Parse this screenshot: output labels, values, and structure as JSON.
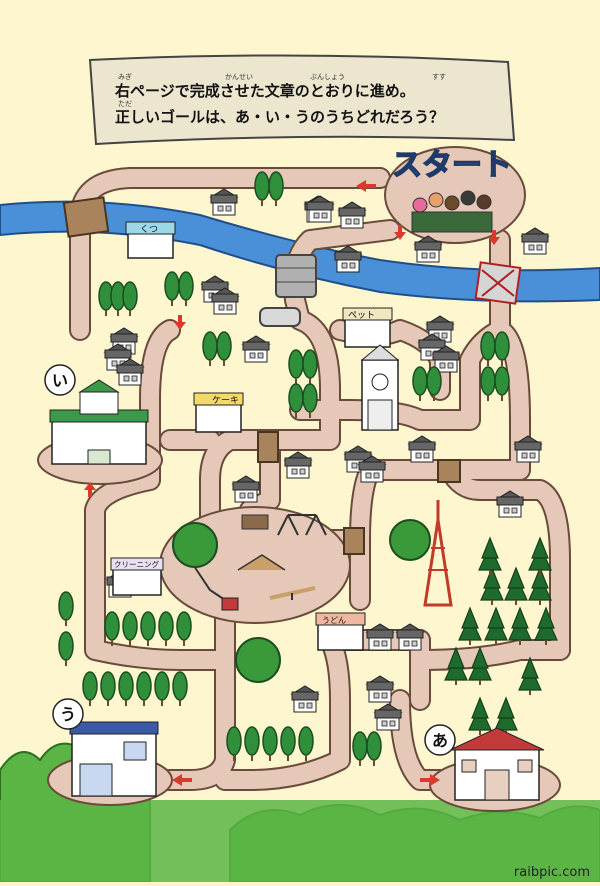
{
  "instruction": {
    "line1": "右ページで完成させた文章のとおりに進め。",
    "line2": "正しいゴールは、あ・い・うのうちどれだろう？",
    "ruby": [
      {
        "reading": "みぎ",
        "for": "右"
      },
      {
        "reading": "かんせい",
        "for": "完成"
      },
      {
        "reading": "ぶんしょう",
        "for": "文章"
      },
      {
        "reading": "すす",
        "for": "進"
      },
      {
        "reading": "ただ",
        "for": "正"
      }
    ]
  },
  "start": {
    "label": "スタート"
  },
  "goals": [
    {
      "id": "a",
      "label": "あ"
    },
    {
      "id": "i",
      "label": "い"
    },
    {
      "id": "u",
      "label": "う"
    }
  ],
  "shops": {
    "shoe": "くつ",
    "pet": "ペット",
    "cake": "ケーキ",
    "cleaning": "クリーニング",
    "udon": "うどん"
  },
  "watermark": "raibpic.com",
  "colors": {
    "background": "#fdf6cf",
    "road": "#e6c8b8",
    "river": "#4a90d9",
    "tree": "#2f8f3a",
    "arrow": "#d93a2b"
  }
}
